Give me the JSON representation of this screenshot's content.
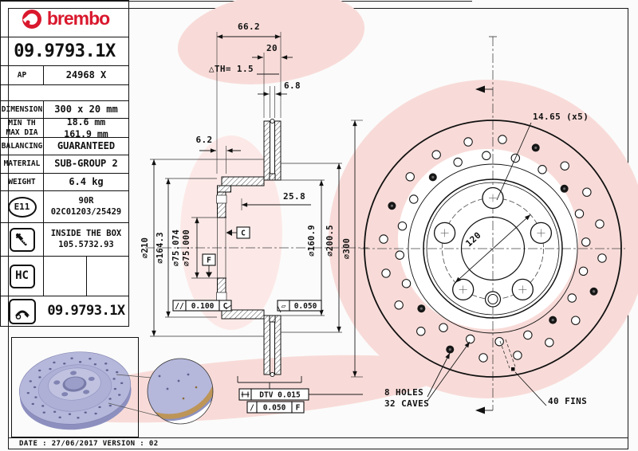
{
  "brand": {
    "logo_text": "brembo"
  },
  "header": {
    "part_number": "09.9793.1X",
    "ap_label": "AP",
    "ap_value": "24968 X"
  },
  "specs": {
    "dimension_label": "DIMENSION",
    "dimension_value": "300 x 20 mm",
    "min_th_label": "MIN TH",
    "min_th_value": "18.6 mm",
    "max_dia_label": "MAX DIA",
    "max_dia_value": "161.9 mm",
    "balancing_label": "BALANCING",
    "balancing_value": "GUARANTEED",
    "material_label": "MATERIAL",
    "material_value": "SUB-GROUP 2",
    "weight_label": "WEIGHT",
    "weight_value": "6.4 kg"
  },
  "approvals": {
    "e11_badge": "E11",
    "reg_line1": "90R",
    "reg_line2": "02C01203/25429",
    "box_line1": "INSIDE THE BOX",
    "box_line2": "105.5732.93",
    "hc_badge": "HC",
    "pad_part_number": "09.9793.1X"
  },
  "drawing": {
    "dim_width_total": "66.2",
    "dim_thickness": "20",
    "dim_min_th": "△TH= 1.5",
    "dim_vent_width": "6.8",
    "dim_plate_thickness": "6.2",
    "dim_hat_depth": "25.8",
    "dia_210": "∅210",
    "dia_164_3": "∅164.3",
    "dia_75_074": "∅75.074",
    "dia_75_000": "∅75.000",
    "dia_160_9": "∅160.9",
    "dia_200_5": "∅200.5",
    "dia_300": "∅300",
    "datum_c": "C",
    "datum_f": "F",
    "tol_parallel_symbol": "//",
    "tol_parallel_value": "0.100",
    "tol_parallel_datum": "C",
    "tol_flatness_symbol": "▱",
    "tol_flatness_value": "0.050",
    "tol_dtv": "DTV 0.015",
    "tol_runout_symbol": "/",
    "tol_runout_value": "0.050",
    "tol_runout_datum": "F",
    "bolt_circle_dia": "120",
    "bolt_hole_dia": "14.65 (x5)",
    "holes_label_1": "8 HOLES",
    "holes_label_2": "32 CAVES",
    "fins_label": "40 FINS"
  },
  "footer": {
    "text": "DATE : 27/06/2017 VERSION : 02"
  },
  "colors": {
    "brand_red": "#d9182d",
    "watermark_pink": "#f8dbd8",
    "disc_lavender": "#b5b7db",
    "disc_edge_gold": "#bd9557"
  }
}
